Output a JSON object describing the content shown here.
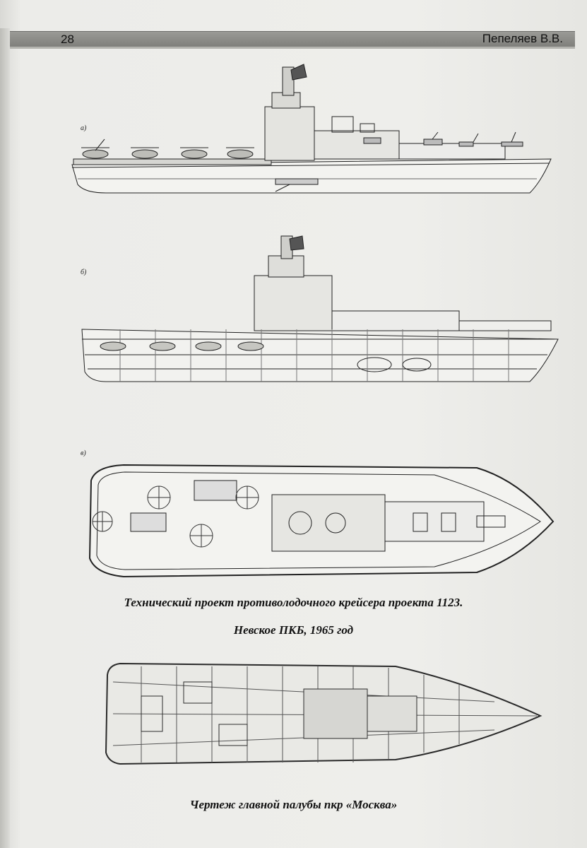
{
  "header": {
    "page_number": "28",
    "running_head": "Пепеляев В.В."
  },
  "figures": {
    "a_label": "а)",
    "b_label": "б)",
    "c_label": "в)"
  },
  "captions": {
    "project_line1": "Технический проект противолодочного крейсера проекта 1123.",
    "project_line2": "Невское ПКБ, 1965 год",
    "deck_plan": "Чертеж главной палубы пкр «Москва»"
  }
}
